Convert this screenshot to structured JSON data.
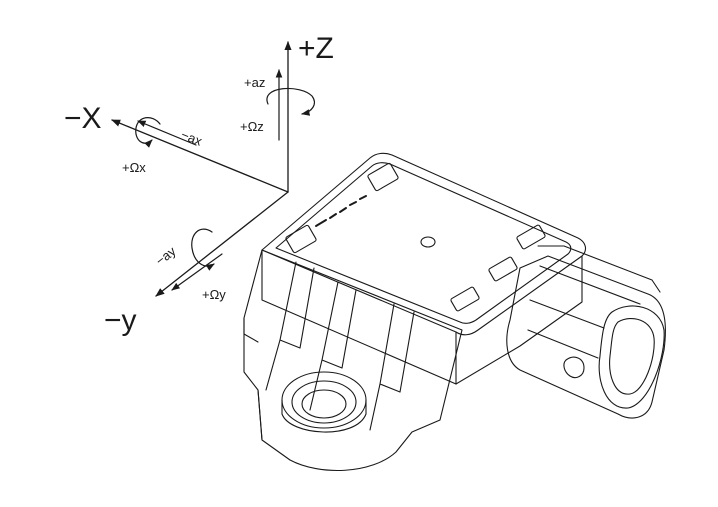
{
  "axes": {
    "plus_z": "+Z",
    "minus_x": "−X",
    "minus_y": "−y",
    "plus_az": "+az",
    "plus_omega_z": "+Ωz",
    "minus_ax": "−ax",
    "plus_omega_x": "+Ωx",
    "minus_ay": "−ay",
    "plus_omega_y": "+Ωy"
  },
  "stroke_color": "#1a1a1a"
}
